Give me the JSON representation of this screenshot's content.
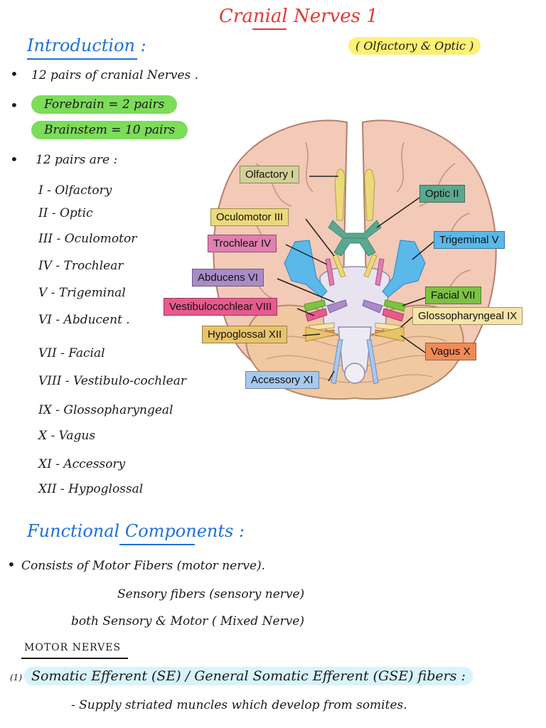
{
  "title": "Cranial Nerves 1",
  "subtitle": "( Olfactory & Optic )",
  "intro": {
    "heading": "Introduction :",
    "line1": "12 pairs of cranial Nerves .",
    "forebrain": "Forebrain = 2 pairs",
    "brainstem": "Brainstem = 10 pairs",
    "list_heading": "12 pairs are :",
    "list": [
      "I - Olfactory",
      "II - Optic",
      "III - Oculomotor",
      "IV - Trochlear",
      "V - Trigeminal",
      "VI - Abducent .",
      "VII - Facial",
      "VIII - Vestibulo-cochlear",
      "IX - Glossopharyngeal",
      "X - Vagus",
      "XI - Accessory",
      "XII - Hypoglossal"
    ]
  },
  "diagram": {
    "labels": {
      "olfactory": "Olfactory I",
      "optic": "Optic II",
      "oculomotor": "Oculomotor III",
      "trochlear": "Trochlear IV",
      "trigeminal": "Trigeminal V",
      "abducens": "Abducens VI",
      "facial": "Facial VII",
      "vestibulocochlear": "Vestibulocochlear VIII",
      "glossopharyngeal": "Glossopharyngeal IX",
      "hypoglossal": "Hypoglossal XII",
      "vagus": "Vagus X",
      "accessory": "Accessory XI"
    },
    "colors": {
      "olfactory": "#d4d09a",
      "optic": "#5aa88f",
      "oculomotor": "#ecd97a",
      "trochlear": "#e07fb0",
      "trigeminal": "#5ab8ea",
      "abducens": "#a98bc8",
      "facial": "#7cc243",
      "vestibulocochlear": "#e85a8e",
      "glossopharyngeal": "#f7e4a8",
      "hypoglossal": "#e7c36c",
      "vagus": "#f08a57",
      "accessory": "#a9c8ee",
      "brain": "#f3c9b7",
      "cerebellum": "#f0c8a2"
    }
  },
  "functional": {
    "heading": "Functional Components :",
    "line1": "Consists of Motor Fibers (motor nerve).",
    "line2": "Sensory fibers (sensory nerve)",
    "line3": "both Sensory & Motor ( Mixed Nerve)"
  },
  "motor": {
    "heading": "MOTOR NERVES",
    "item_num": "(1)",
    "item1": "Somatic Efferent (SE) / General Somatic Efferent (GSE) fibers :",
    "item1_sub": "- Supply striated muncles which develop from somites."
  }
}
